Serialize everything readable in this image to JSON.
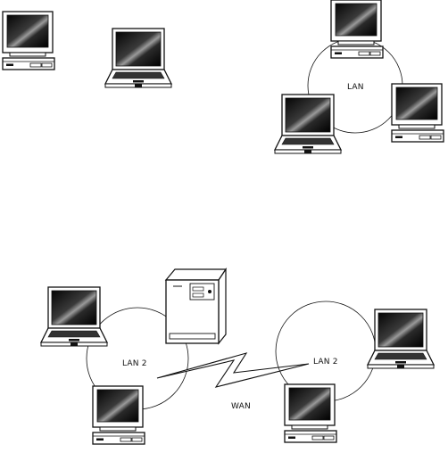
{
  "labels": {
    "lan_top": "LAN",
    "lan_left": "LAN 2",
    "lan_right": "LAN 2",
    "wan": "WAN"
  },
  "icons": {
    "desktop": "desktop-computer-icon",
    "laptop": "laptop-icon",
    "server": "server-tower-icon",
    "link": "lightning-link-icon"
  },
  "colors": {
    "line": "#111111",
    "screen_dark": "#1a1a1a",
    "paper": "#ffffff"
  }
}
